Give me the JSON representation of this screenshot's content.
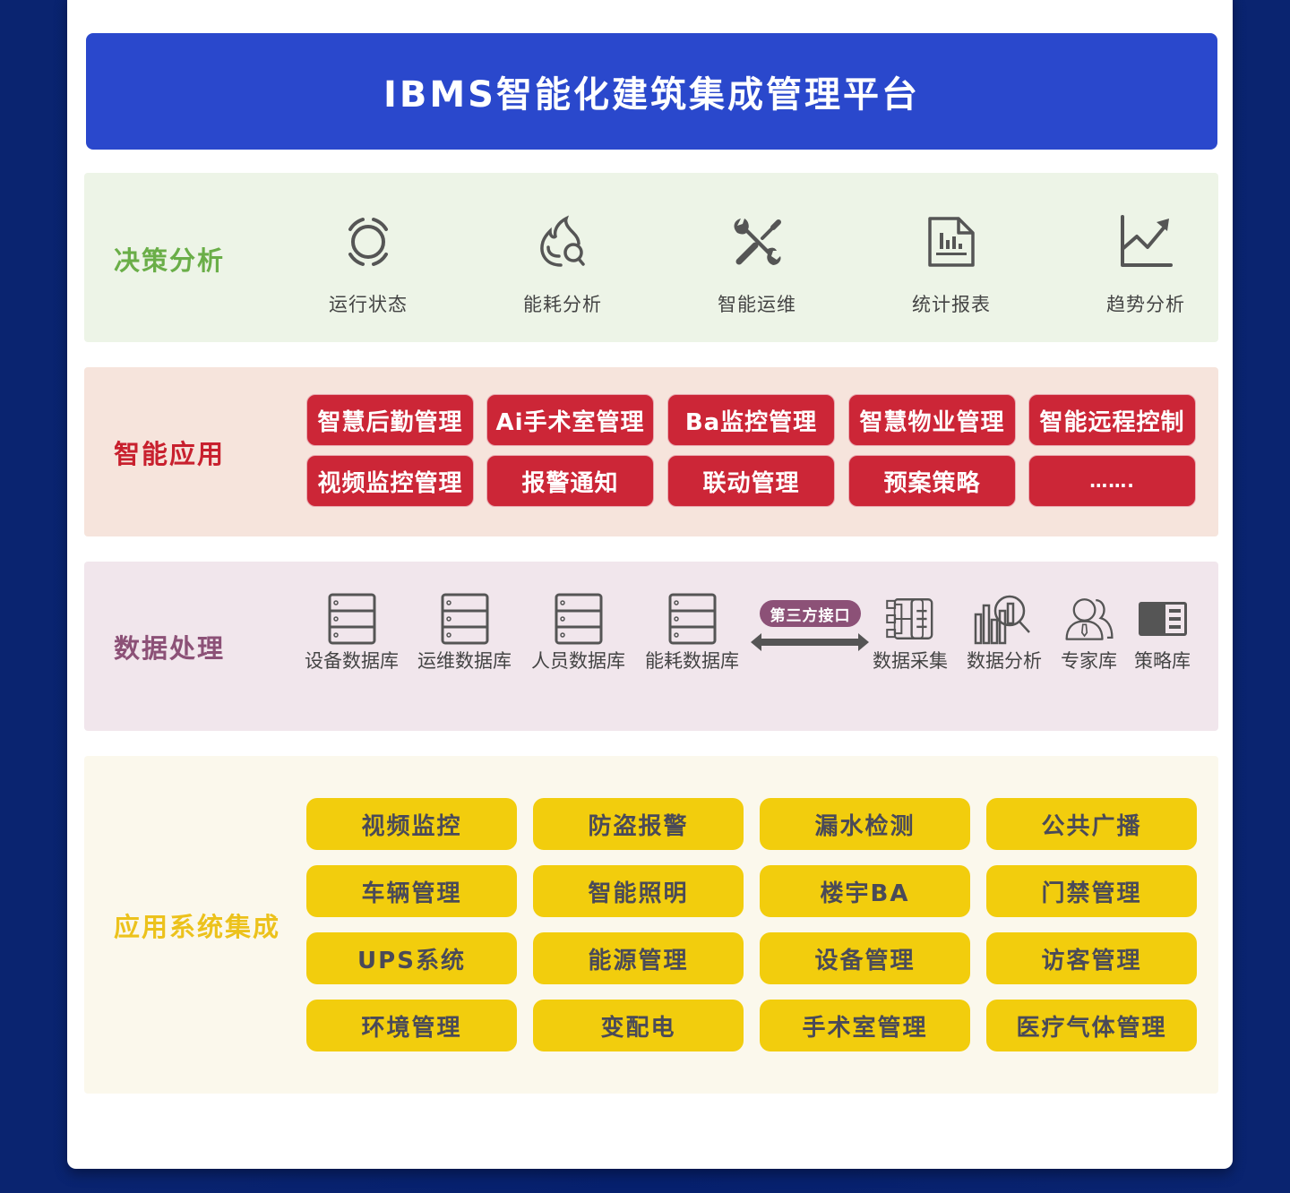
{
  "header": {
    "title": "IBMS智能化建筑集成管理平台"
  },
  "colors": {
    "title_bg": "#2a48cc",
    "decision_bg": "#edf4e7",
    "decision_label": "#6aae48",
    "app_bg": "#f6e4dc",
    "app_label": "#c8202e",
    "app_btn": "#cc2637",
    "data_bg": "#f1e6ec",
    "data_label": "#8c5177",
    "integration_bg": "#fbf8ec",
    "integration_label": "#ecc21c",
    "integration_btn": "#f2cd0d"
  },
  "decision": {
    "label": "决策分析",
    "items": [
      {
        "label": "运行状态",
        "icon": "status-ring-icon"
      },
      {
        "label": "能耗分析",
        "icon": "flame-search-icon"
      },
      {
        "label": "智能运维",
        "icon": "wrench-screwdriver-icon"
      },
      {
        "label": "统计报表",
        "icon": "report-document-icon"
      },
      {
        "label": "趋势分析",
        "icon": "trend-chart-icon"
      }
    ]
  },
  "smart_apps": {
    "label": "智能应用",
    "row1": [
      "智慧后勤管理",
      "Ai手术室管理",
      "Ba监控管理",
      "智慧物业管理",
      "智能远程控制"
    ],
    "row2": [
      "视频监控管理",
      "报警通知",
      "联动管理",
      "预案策略",
      "……."
    ]
  },
  "data_processing": {
    "label": "数据处理",
    "databases": [
      "设备数据库",
      "运维数据库",
      "人员数据库",
      "能耗数据库"
    ],
    "interface_badge": "第三方接口",
    "tools": [
      {
        "label": "数据采集",
        "icon": "data-collection-icon"
      },
      {
        "label": "数据分析",
        "icon": "data-analysis-icon"
      },
      {
        "label": "专家库",
        "icon": "expert-users-icon"
      },
      {
        "label": "策略库",
        "icon": "strategy-panel-icon"
      }
    ]
  },
  "integration": {
    "label": "应用系统集成",
    "rows": [
      [
        "视频监控",
        "防盗报警",
        "漏水检测",
        "公共广播"
      ],
      [
        "车辆管理",
        "智能照明",
        "楼宇BA",
        "门禁管理"
      ],
      [
        "UPS系统",
        "能源管理",
        "设备管理",
        "访客管理"
      ],
      [
        "环境管理",
        "变配电",
        "手术室管理",
        "医疗气体管理"
      ]
    ]
  }
}
